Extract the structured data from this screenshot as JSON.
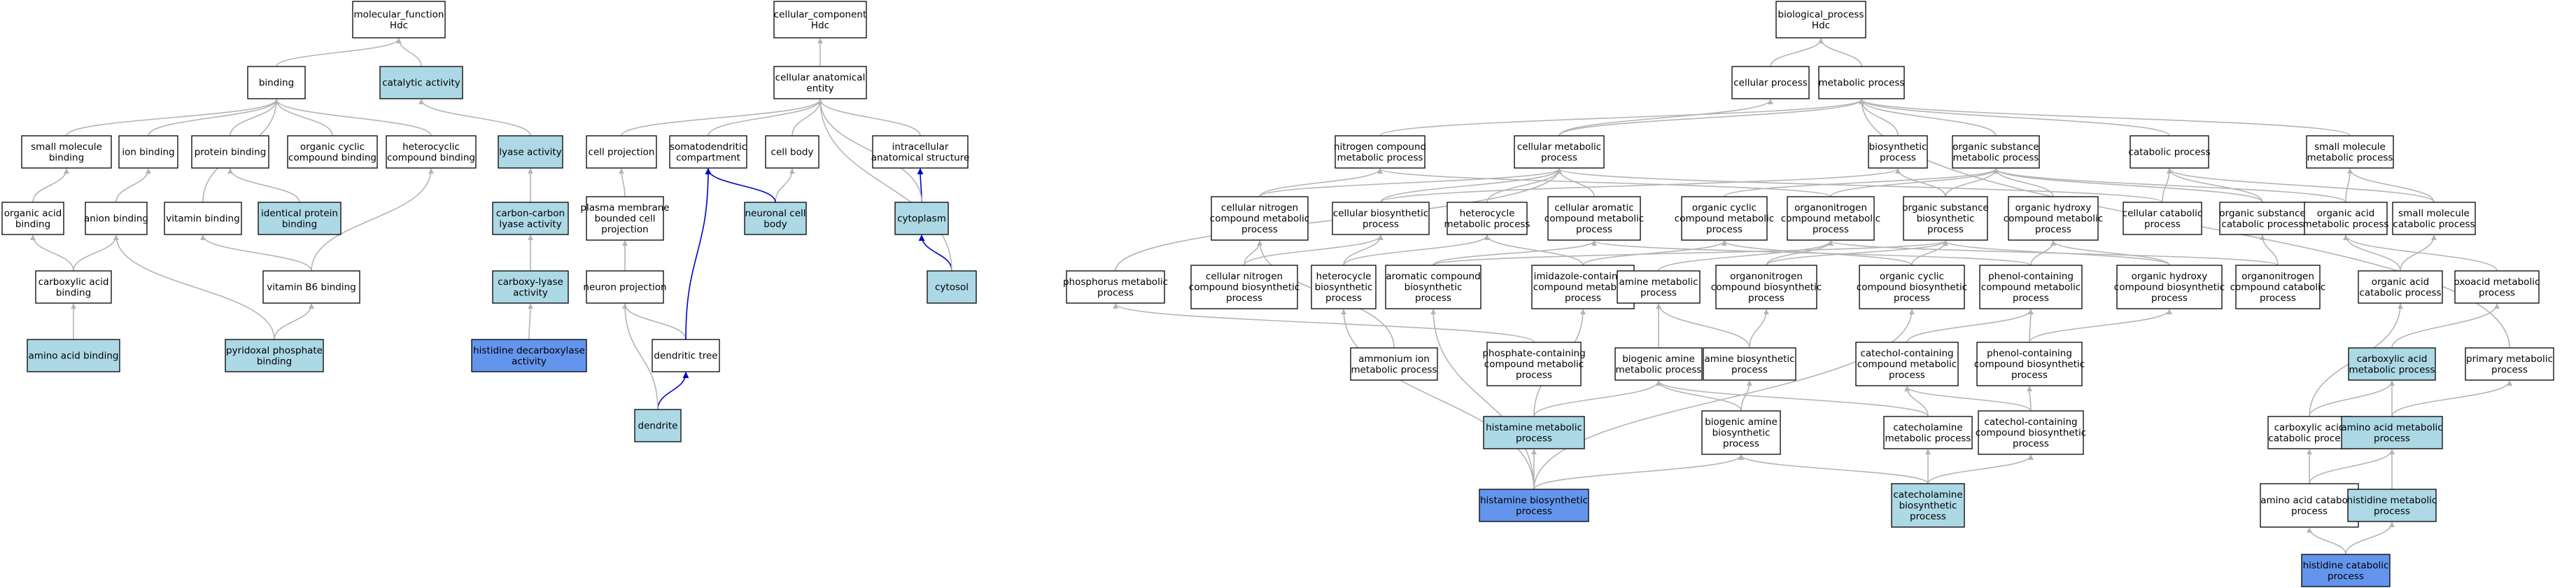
{
  "colors": {
    "plain": "#ffffff",
    "light": "#add8e6",
    "dark": "#6495ed",
    "edge_gray": "#b4b4b4",
    "edge_blue": "#0000cd"
  },
  "nodes": [
    {
      "id": "mf",
      "lines": [
        "molecular_function",
        "Hdc"
      ],
      "fill": "plain"
    },
    {
      "id": "binding",
      "lines": [
        "binding"
      ],
      "fill": "plain"
    },
    {
      "id": "catalytic",
      "lines": [
        "catalytic activity"
      ],
      "fill": "light"
    },
    {
      "id": "smb",
      "lines": [
        "small molecule",
        "binding"
      ],
      "fill": "plain"
    },
    {
      "id": "ionb",
      "lines": [
        "ion binding"
      ],
      "fill": "plain"
    },
    {
      "id": "protb",
      "lines": [
        "protein binding"
      ],
      "fill": "plain"
    },
    {
      "id": "occb",
      "lines": [
        "organic cyclic",
        "compound binding"
      ],
      "fill": "plain"
    },
    {
      "id": "hetb",
      "lines": [
        "heterocyclic",
        "compound binding"
      ],
      "fill": "plain"
    },
    {
      "id": "lyase",
      "lines": [
        "lyase activity"
      ],
      "fill": "light"
    },
    {
      "id": "oab",
      "lines": [
        "organic acid",
        "binding"
      ],
      "fill": "plain"
    },
    {
      "id": "anionb",
      "lines": [
        "anion binding"
      ],
      "fill": "plain"
    },
    {
      "id": "vitb",
      "lines": [
        "vitamin binding"
      ],
      "fill": "plain"
    },
    {
      "id": "idprot",
      "lines": [
        "identical protein",
        "binding"
      ],
      "fill": "light"
    },
    {
      "id": "cclyase",
      "lines": [
        "carbon-carbon",
        "lyase activity"
      ],
      "fill": "light"
    },
    {
      "id": "cab",
      "lines": [
        "carboxylic acid",
        "binding"
      ],
      "fill": "plain"
    },
    {
      "id": "vb6",
      "lines": [
        "vitamin B6 binding"
      ],
      "fill": "plain"
    },
    {
      "id": "carbly",
      "lines": [
        "carboxy-lyase",
        "activity"
      ],
      "fill": "light"
    },
    {
      "id": "aab",
      "lines": [
        "amino acid binding"
      ],
      "fill": "light"
    },
    {
      "id": "plp",
      "lines": [
        "pyridoxal phosphate",
        "binding"
      ],
      "fill": "light"
    },
    {
      "id": "hdcact",
      "lines": [
        "histidine decarboxylase",
        "activity"
      ],
      "fill": "dark"
    },
    {
      "id": "cc",
      "lines": [
        "cellular_component",
        "Hdc"
      ],
      "fill": "plain"
    },
    {
      "id": "cae",
      "lines": [
        "cellular anatomical",
        "entity"
      ],
      "fill": "plain"
    },
    {
      "id": "cellproj",
      "lines": [
        "cell projection"
      ],
      "fill": "plain"
    },
    {
      "id": "somato",
      "lines": [
        "somatodendritic",
        "compartment"
      ],
      "fill": "plain"
    },
    {
      "id": "cellbody",
      "lines": [
        "cell body"
      ],
      "fill": "plain"
    },
    {
      "id": "ias",
      "lines": [
        "intracellular",
        "anatomical structure"
      ],
      "fill": "plain"
    },
    {
      "id": "pmbcp",
      "lines": [
        "plasma membrane",
        "bounded cell",
        "projection"
      ],
      "fill": "plain"
    },
    {
      "id": "ncb",
      "lines": [
        "neuronal cell",
        "body"
      ],
      "fill": "light"
    },
    {
      "id": "cyto",
      "lines": [
        "cytoplasm"
      ],
      "fill": "light"
    },
    {
      "id": "neuproj",
      "lines": [
        "neuron projection"
      ],
      "fill": "plain"
    },
    {
      "id": "cytosol",
      "lines": [
        "cytosol"
      ],
      "fill": "light"
    },
    {
      "id": "dtree",
      "lines": [
        "dendritic tree"
      ],
      "fill": "plain"
    },
    {
      "id": "dendrite",
      "lines": [
        "dendrite"
      ],
      "fill": "light"
    },
    {
      "id": "bp",
      "lines": [
        "biological_process",
        "Hdc"
      ],
      "fill": "plain"
    },
    {
      "id": "cellproc",
      "lines": [
        "cellular process"
      ],
      "fill": "plain"
    },
    {
      "id": "metproc",
      "lines": [
        "metabolic process"
      ],
      "fill": "plain"
    },
    {
      "id": "ncmp",
      "lines": [
        "nitrogen compound",
        "metabolic process"
      ],
      "fill": "plain"
    },
    {
      "id": "cmp",
      "lines": [
        "cellular metabolic",
        "process"
      ],
      "fill": "plain"
    },
    {
      "id": "biosyn",
      "lines": [
        "biosynthetic",
        "process"
      ],
      "fill": "plain"
    },
    {
      "id": "osmp",
      "lines": [
        "organic substance",
        "metabolic process"
      ],
      "fill": "plain"
    },
    {
      "id": "catab",
      "lines": [
        "catabolic process"
      ],
      "fill": "plain"
    },
    {
      "id": "smmp",
      "lines": [
        "small molecule",
        "metabolic process"
      ],
      "fill": "plain"
    },
    {
      "id": "cncmp",
      "lines": [
        "cellular nitrogen",
        "compound metabolic",
        "process"
      ],
      "fill": "plain"
    },
    {
      "id": "cbp",
      "lines": [
        "cellular biosynthetic",
        "process"
      ],
      "fill": "plain"
    },
    {
      "id": "hetmp",
      "lines": [
        "heterocycle",
        "metabolic process"
      ],
      "fill": "plain"
    },
    {
      "id": "camp",
      "lines": [
        "cellular aromatic",
        "compound metabolic",
        "process"
      ],
      "fill": "plain"
    },
    {
      "id": "occmp",
      "lines": [
        "organic cyclic",
        "compound metabolic",
        "process"
      ],
      "fill": "plain"
    },
    {
      "id": "orgncmp",
      "lines": [
        "organonitrogen",
        "compound metabolic",
        "process"
      ],
      "fill": "plain"
    },
    {
      "id": "osbp",
      "lines": [
        "organic substance",
        "biosynthetic",
        "process"
      ],
      "fill": "plain"
    },
    {
      "id": "ohcmp",
      "lines": [
        "organic hydroxy",
        "compound metabolic",
        "process"
      ],
      "fill": "plain"
    },
    {
      "id": "ccp",
      "lines": [
        "cellular catabolic",
        "process"
      ],
      "fill": "plain"
    },
    {
      "id": "oscp",
      "lines": [
        "organic substance",
        "catabolic process"
      ],
      "fill": "plain"
    },
    {
      "id": "oamp",
      "lines": [
        "organic acid",
        "metabolic process"
      ],
      "fill": "plain"
    },
    {
      "id": "smcp",
      "lines": [
        "small molecule",
        "catabolic process"
      ],
      "fill": "plain"
    },
    {
      "id": "phosmp",
      "lines": [
        "phosphorus metabolic",
        "process"
      ],
      "fill": "plain"
    },
    {
      "id": "cncbp",
      "lines": [
        "cellular nitrogen",
        "compound biosynthetic",
        "process"
      ],
      "fill": "plain"
    },
    {
      "id": "hetbp",
      "lines": [
        "heterocycle",
        "biosynthetic",
        "process"
      ],
      "fill": "plain"
    },
    {
      "id": "acbp",
      "lines": [
        "aromatic compound",
        "biosynthetic",
        "process"
      ],
      "fill": "plain"
    },
    {
      "id": "imidmp",
      "lines": [
        "imidazole-containing",
        "compound metabolic",
        "process"
      ],
      "fill": "plain"
    },
    {
      "id": "aminemp",
      "lines": [
        "amine metabolic",
        "process"
      ],
      "fill": "plain"
    },
    {
      "id": "orgncbp",
      "lines": [
        "organonitrogen",
        "compound biosynthetic",
        "process"
      ],
      "fill": "plain"
    },
    {
      "id": "occbp",
      "lines": [
        "organic cyclic",
        "compound biosynthetic",
        "process"
      ],
      "fill": "plain"
    },
    {
      "id": "phenmp",
      "lines": [
        "phenol-containing",
        "compound metabolic",
        "process"
      ],
      "fill": "plain"
    },
    {
      "id": "ohcbp",
      "lines": [
        "organic hydroxy",
        "compound biosynthetic",
        "process"
      ],
      "fill": "plain"
    },
    {
      "id": "orgnccp",
      "lines": [
        "organonitrogen",
        "compound catabolic",
        "process"
      ],
      "fill": "plain"
    },
    {
      "id": "oacp",
      "lines": [
        "organic acid",
        "catabolic process"
      ],
      "fill": "plain"
    },
    {
      "id": "oxomp",
      "lines": [
        "oxoacid metabolic",
        "process"
      ],
      "fill": "plain"
    },
    {
      "id": "ammonmp",
      "lines": [
        "ammonium ion",
        "metabolic process"
      ],
      "fill": "plain"
    },
    {
      "id": "phoscmp",
      "lines": [
        "phosphate-containing",
        "compound metabolic",
        "process"
      ],
      "fill": "plain"
    },
    {
      "id": "bamp",
      "lines": [
        "biogenic amine",
        "metabolic process"
      ],
      "fill": "plain"
    },
    {
      "id": "aminebp",
      "lines": [
        "amine biosynthetic",
        "process"
      ],
      "fill": "plain"
    },
    {
      "id": "catechmp",
      "lines": [
        "catechol-containing",
        "compound metabolic",
        "process"
      ],
      "fill": "plain"
    },
    {
      "id": "phenbp",
      "lines": [
        "phenol-containing",
        "compound biosynthetic",
        "process"
      ],
      "fill": "plain"
    },
    {
      "id": "carbamp",
      "lines": [
        "carboxylic acid",
        "metabolic process"
      ],
      "fill": "light"
    },
    {
      "id": "primmp",
      "lines": [
        "primary metabolic",
        "process"
      ],
      "fill": "plain"
    },
    {
      "id": "histmp",
      "lines": [
        "histamine metabolic",
        "process"
      ],
      "fill": "light"
    },
    {
      "id": "babp",
      "lines": [
        "biogenic amine",
        "biosynthetic",
        "process"
      ],
      "fill": "plain"
    },
    {
      "id": "catecholmp",
      "lines": [
        "catecholamine",
        "metabolic process"
      ],
      "fill": "plain"
    },
    {
      "id": "catechbp",
      "lines": [
        "catechol-containing",
        "compound biosynthetic",
        "process"
      ],
      "fill": "plain"
    },
    {
      "id": "carbacp",
      "lines": [
        "carboxylic acid",
        "catabolic process"
      ],
      "fill": "plain"
    },
    {
      "id": "aamp",
      "lines": [
        "amino acid metabolic",
        "process"
      ],
      "fill": "light"
    },
    {
      "id": "histbp",
      "lines": [
        "histamine biosynthetic",
        "process"
      ],
      "fill": "dark"
    },
    {
      "id": "catecholbp",
      "lines": [
        "catecholamine",
        "biosynthetic",
        "process"
      ],
      "fill": "light"
    },
    {
      "id": "aacp",
      "lines": [
        "amino acid catabolic",
        "process"
      ],
      "fill": "plain"
    },
    {
      "id": "hismp",
      "lines": [
        "histidine metabolic",
        "process"
      ],
      "fill": "light"
    },
    {
      "id": "hiscp",
      "lines": [
        "histidine catabolic",
        "process"
      ],
      "fill": "dark"
    }
  ],
  "edges": [
    [
      "binding",
      "mf",
      "gray"
    ],
    [
      "catalytic",
      "mf",
      "gray"
    ],
    [
      "smb",
      "binding",
      "gray"
    ],
    [
      "ionb",
      "binding",
      "gray"
    ],
    [
      "protb",
      "binding",
      "gray"
    ],
    [
      "occb",
      "binding",
      "gray"
    ],
    [
      "hetb",
      "binding",
      "gray"
    ],
    [
      "vitb",
      "binding",
      "gray"
    ],
    [
      "lyase",
      "catalytic",
      "gray"
    ],
    [
      "oab",
      "smb",
      "gray"
    ],
    [
      "anionb",
      "ionb",
      "gray"
    ],
    [
      "idprot",
      "protb",
      "gray"
    ],
    [
      "cclyase",
      "lyase",
      "gray"
    ],
    [
      "cab",
      "oab",
      "gray"
    ],
    [
      "cab",
      "anionb",
      "gray"
    ],
    [
      "vb6",
      "vitb",
      "gray"
    ],
    [
      "vb6",
      "hetb",
      "gray"
    ],
    [
      "carbly",
      "cclyase",
      "gray"
    ],
    [
      "aab",
      "cab",
      "gray"
    ],
    [
      "plp",
      "vb6",
      "gray"
    ],
    [
      "plp",
      "anionb",
      "gray"
    ],
    [
      "hdcact",
      "carbly",
      "gray"
    ],
    [
      "cae",
      "cc",
      "gray"
    ],
    [
      "cellproj",
      "cae",
      "gray"
    ],
    [
      "somato",
      "cae",
      "gray"
    ],
    [
      "cellbody",
      "cae",
      "gray"
    ],
    [
      "ias",
      "cae",
      "gray"
    ],
    [
      "pmbcp",
      "cellproj",
      "gray"
    ],
    [
      "ncb",
      "cellbody",
      "gray"
    ],
    [
      "ncb",
      "somato",
      "blue"
    ],
    [
      "cyto",
      "ias",
      "blue"
    ],
    [
      "cyto",
      "cae",
      "gray"
    ],
    [
      "neuproj",
      "pmbcp",
      "gray"
    ],
    [
      "cytosol",
      "cyto",
      "blue"
    ],
    [
      "cytosol",
      "cae",
      "gray"
    ],
    [
      "dtree",
      "neuproj",
      "gray"
    ],
    [
      "dtree",
      "somato",
      "blue"
    ],
    [
      "dendrite",
      "dtree",
      "blue"
    ],
    [
      "dendrite",
      "neuproj",
      "gray"
    ],
    [
      "cellproc",
      "bp",
      "gray"
    ],
    [
      "metproc",
      "bp",
      "gray"
    ],
    [
      "ncmp",
      "metproc",
      "gray"
    ],
    [
      "cmp",
      "cellproc",
      "gray"
    ],
    [
      "cmp",
      "metproc",
      "gray"
    ],
    [
      "biosyn",
      "metproc",
      "gray"
    ],
    [
      "osmp",
      "metproc",
      "gray"
    ],
    [
      "catab",
      "metproc",
      "gray"
    ],
    [
      "smmp",
      "metproc",
      "gray"
    ],
    [
      "cncmp",
      "ncmp",
      "gray"
    ],
    [
      "cncmp",
      "cmp",
      "gray"
    ],
    [
      "cbp",
      "cmp",
      "gray"
    ],
    [
      "cbp",
      "biosyn",
      "gray"
    ],
    [
      "hetmp",
      "cmp",
      "gray"
    ],
    [
      "camp",
      "cmp",
      "gray"
    ],
    [
      "occmp",
      "osmp",
      "gray"
    ],
    [
      "orgncmp",
      "ncmp",
      "gray"
    ],
    [
      "orgncmp",
      "osmp",
      "gray"
    ],
    [
      "osbp",
      "osmp",
      "gray"
    ],
    [
      "osbp",
      "biosyn",
      "gray"
    ],
    [
      "ohcmp",
      "osmp",
      "gray"
    ],
    [
      "ccp",
      "cmp",
      "gray"
    ],
    [
      "ccp",
      "catab",
      "gray"
    ],
    [
      "oscp",
      "osmp",
      "gray"
    ],
    [
      "oscp",
      "catab",
      "gray"
    ],
    [
      "oamp",
      "smmp",
      "gray"
    ],
    [
      "oamp",
      "osmp",
      "gray"
    ],
    [
      "smcp",
      "smmp",
      "gray"
    ],
    [
      "smcp",
      "catab",
      "gray"
    ],
    [
      "phosmp",
      "cmp",
      "gray"
    ],
    [
      "cncbp",
      "cncmp",
      "gray"
    ],
    [
      "cncbp",
      "cbp",
      "gray"
    ],
    [
      "hetbp",
      "hetmp",
      "gray"
    ],
    [
      "hetbp",
      "cbp",
      "gray"
    ],
    [
      "acbp",
      "camp",
      "gray"
    ],
    [
      "acbp",
      "osbp",
      "gray"
    ],
    [
      "imidmp",
      "hetmp",
      "gray"
    ],
    [
      "imidmp",
      "occmp",
      "gray"
    ],
    [
      "aminemp",
      "orgncmp",
      "gray"
    ],
    [
      "orgncbp",
      "orgncmp",
      "gray"
    ],
    [
      "orgncbp",
      "osbp",
      "gray"
    ],
    [
      "occbp",
      "occmp",
      "gray"
    ],
    [
      "occbp",
      "osbp",
      "gray"
    ],
    [
      "phenmp",
      "ohcmp",
      "gray"
    ],
    [
      "phenmp",
      "camp",
      "gray"
    ],
    [
      "ohcbp",
      "ohcmp",
      "gray"
    ],
    [
      "ohcbp",
      "osbp",
      "gray"
    ],
    [
      "orgnccp",
      "orgncmp",
      "gray"
    ],
    [
      "orgnccp",
      "oscp",
      "gray"
    ],
    [
      "oacp",
      "oamp",
      "gray"
    ],
    [
      "oacp",
      "smcp",
      "gray"
    ],
    [
      "oxomp",
      "oamp",
      "gray"
    ],
    [
      "ammonmp",
      "cncmp",
      "gray"
    ],
    [
      "phoscmp",
      "phosmp",
      "gray"
    ],
    [
      "bamp",
      "aminemp",
      "gray"
    ],
    [
      "aminebp",
      "aminemp",
      "gray"
    ],
    [
      "aminebp",
      "orgncbp",
      "gray"
    ],
    [
      "catechmp",
      "phenmp",
      "gray"
    ],
    [
      "phenbp",
      "phenmp",
      "gray"
    ],
    [
      "phenbp",
      "ohcbp",
      "gray"
    ],
    [
      "carbamp",
      "oxomp",
      "gray"
    ],
    [
      "primmp",
      "metproc",
      "gray"
    ],
    [
      "histmp",
      "imidmp",
      "gray"
    ],
    [
      "histmp",
      "bamp",
      "gray"
    ],
    [
      "babp",
      "bamp",
      "gray"
    ],
    [
      "babp",
      "aminebp",
      "gray"
    ],
    [
      "catecholmp",
      "catechmp",
      "gray"
    ],
    [
      "catecholmp",
      "bamp",
      "gray"
    ],
    [
      "catechbp",
      "catechmp",
      "gray"
    ],
    [
      "catechbp",
      "phenbp",
      "gray"
    ],
    [
      "carbacp",
      "carbamp",
      "gray"
    ],
    [
      "carbacp",
      "oacp",
      "gray"
    ],
    [
      "aamp",
      "carbamp",
      "gray"
    ],
    [
      "aamp",
      "primmp",
      "gray"
    ],
    [
      "histbp",
      "histmp",
      "gray"
    ],
    [
      "histbp",
      "babp",
      "gray"
    ],
    [
      "histbp",
      "hetbp",
      "gray"
    ],
    [
      "histbp",
      "acbp",
      "gray"
    ],
    [
      "histbp",
      "occbp",
      "gray"
    ],
    [
      "catecholbp",
      "catecholmp",
      "gray"
    ],
    [
      "catecholbp",
      "catechbp",
      "gray"
    ],
    [
      "catecholbp",
      "babp",
      "gray"
    ],
    [
      "aacp",
      "aamp",
      "gray"
    ],
    [
      "aacp",
      "carbacp",
      "gray"
    ],
    [
      "hismp",
      "aamp",
      "gray"
    ],
    [
      "hiscp",
      "hismp",
      "gray"
    ],
    [
      "hiscp",
      "aacp",
      "gray"
    ]
  ]
}
